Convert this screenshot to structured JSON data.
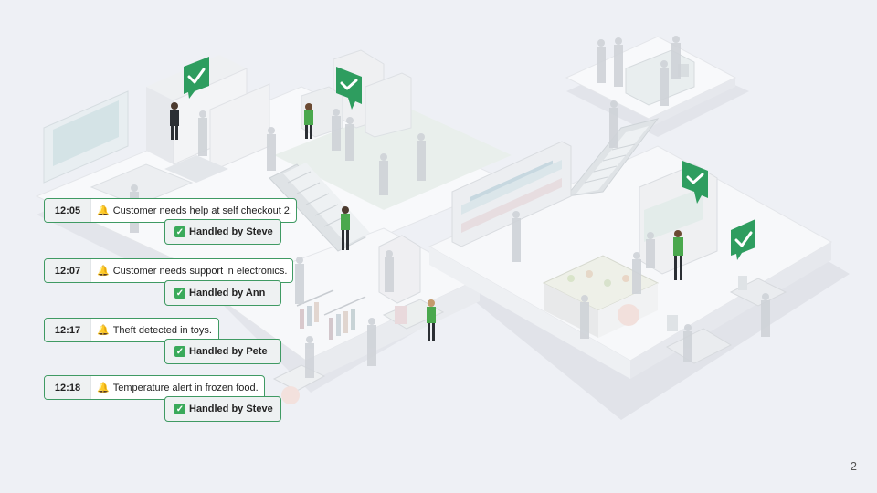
{
  "alerts": [
    {
      "time": "12:05",
      "message": "Customer needs help at self checkout 2.",
      "handled": "Handled by Steve"
    },
    {
      "time": "12:07",
      "message": "Customer needs support in electronics.",
      "handled": "Handled by Ann"
    },
    {
      "time": "12:17",
      "message": "Theft detected in toys.",
      "handled": "Handled by Pete"
    },
    {
      "time": "12:18",
      "message": "Temperature alert in frozen food.",
      "handled": "Handled by Steve"
    }
  ],
  "page_number": "2",
  "colors": {
    "accent": "#3f9a63",
    "badge": "#2e9d5f",
    "shirt": "#4aa84d",
    "background": "#eef0f5"
  },
  "icons": {
    "bell": "bell-icon",
    "check": "check-icon",
    "badge": "checkmark-badge-icon"
  }
}
